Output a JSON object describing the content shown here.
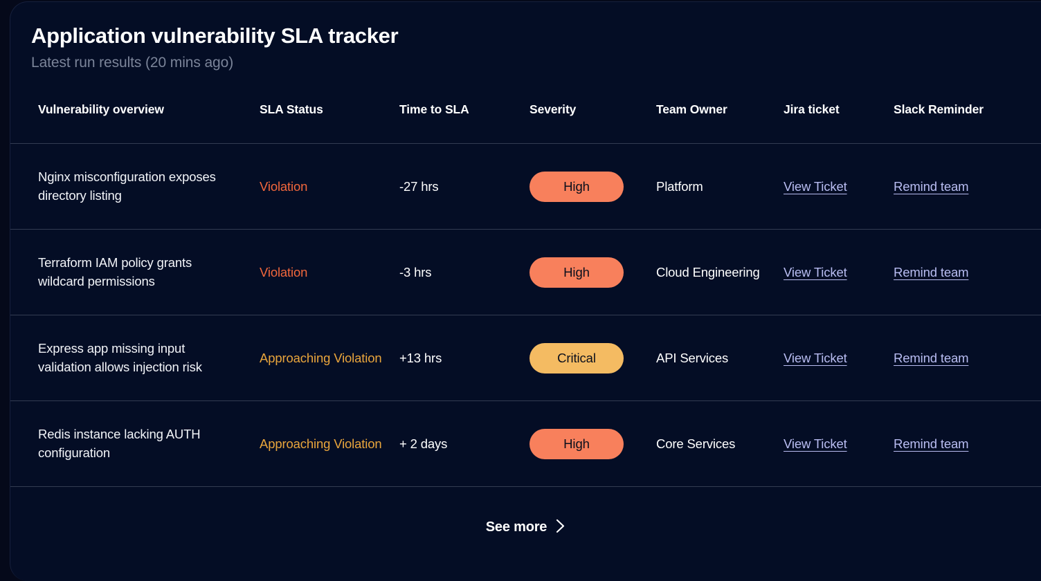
{
  "header": {
    "title": "Application vulnerability SLA tracker",
    "subtitle": "Latest run results (20 mins ago)"
  },
  "table": {
    "columns": [
      "Vulnerability overview",
      "SLA Status",
      "Time to SLA",
      "Severity",
      "Team Owner",
      "Jira ticket",
      "Slack Reminder"
    ],
    "rows": [
      {
        "vulnerability": "Nginx misconfiguration exposes directory listing",
        "sla_status": "Violation",
        "sla_state": "violation",
        "time_to_sla": "-27 hrs",
        "severity": "High",
        "severity_level": "high",
        "team_owner": "Platform",
        "jira_link": "View Ticket",
        "slack_link": "Remind team"
      },
      {
        "vulnerability": "Terraform IAM policy grants wildcard permissions",
        "sla_status": "Violation",
        "sla_state": "violation",
        "time_to_sla": "-3 hrs",
        "severity": "High",
        "severity_level": "high",
        "team_owner": "Cloud Engineering",
        "jira_link": "View Ticket",
        "slack_link": "Remind team"
      },
      {
        "vulnerability": "Express app missing input validation allows injection risk",
        "sla_status": "Approaching Violation",
        "sla_state": "approaching",
        "time_to_sla": "+13 hrs",
        "severity": "Critical",
        "severity_level": "critical",
        "team_owner": "API Services",
        "jira_link": "View Ticket",
        "slack_link": "Remind team"
      },
      {
        "vulnerability": "Redis instance lacking AUTH configuration",
        "sla_status": "Approaching Violation",
        "sla_state": "approaching",
        "time_to_sla": "+ 2 days",
        "severity": "High",
        "severity_level": "high",
        "team_owner": "Core Services",
        "jira_link": "View Ticket",
        "slack_link": "Remind team"
      }
    ]
  },
  "footer": {
    "see_more_label": "See more",
    "see_more_icon": "chevron-right-icon"
  },
  "colors": {
    "page_background": "#05091a",
    "card_background": "#040d25",
    "divider": "#333c52",
    "title": "#ffffff",
    "subtitle": "#7b8499",
    "violation": "#f2673c",
    "approaching": "#e9a53c",
    "badge_high": "#f8805c",
    "badge_critical": "#f4bb62",
    "link": "#b9bdf2"
  }
}
